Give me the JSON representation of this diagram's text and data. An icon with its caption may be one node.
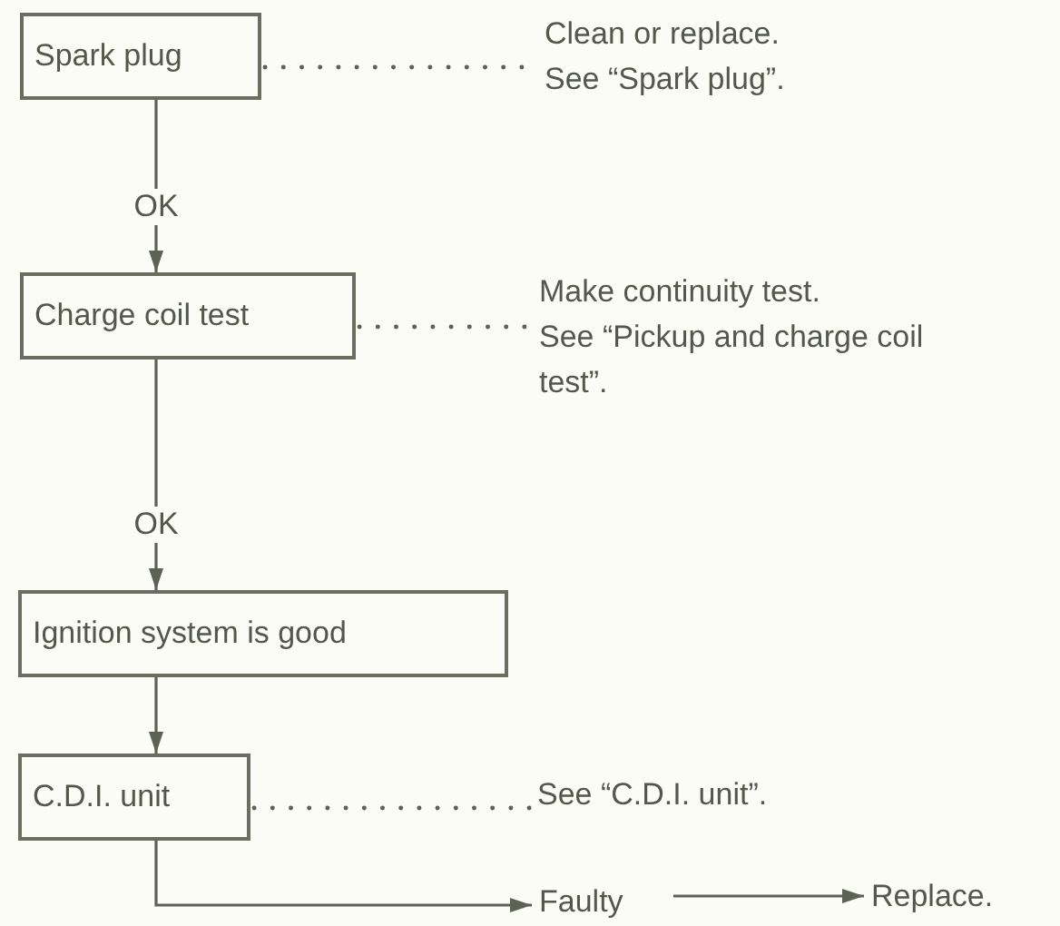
{
  "diagram": {
    "nodes": [
      {
        "text": [
          "Spark plug"
        ]
      },
      {
        "text": [
          "Clean or replace.",
          "See “Spark plug”."
        ]
      },
      {
        "text": [
          "Charge coil test"
        ]
      },
      {
        "text": [
          "Make continuity test.",
          "See “Pickup and charge coil test”."
        ]
      },
      {
        "text": [
          "Ignition system is good"
        ]
      },
      {
        "text": [
          "C.D.I. unit"
        ]
      },
      {
        "text": [
          "See “C.D.I. unit”."
        ]
      },
      {
        "text": [
          "Faulty"
        ]
      },
      {
        "text": [
          "Replace."
        ]
      }
    ],
    "edges": [
      {
        "from": 0,
        "to": 1,
        "arrow": "none",
        "style": "dashed"
      },
      {
        "from": 0,
        "to": 2,
        "arrow": "to",
        "label": "OK"
      },
      {
        "from": 2,
        "to": 3,
        "arrow": "none",
        "style": "dashed"
      },
      {
        "from": 2,
        "to": 4,
        "arrow": "to",
        "label": "OK"
      },
      {
        "from": 4,
        "to": 5,
        "arrow": "to"
      },
      {
        "from": 5,
        "to": 6,
        "arrow": "none",
        "style": "dashed"
      },
      {
        "from": 5,
        "to": 7,
        "arrow": "to"
      },
      {
        "from": 7,
        "to": 8,
        "arrow": "to"
      }
    ]
  }
}
